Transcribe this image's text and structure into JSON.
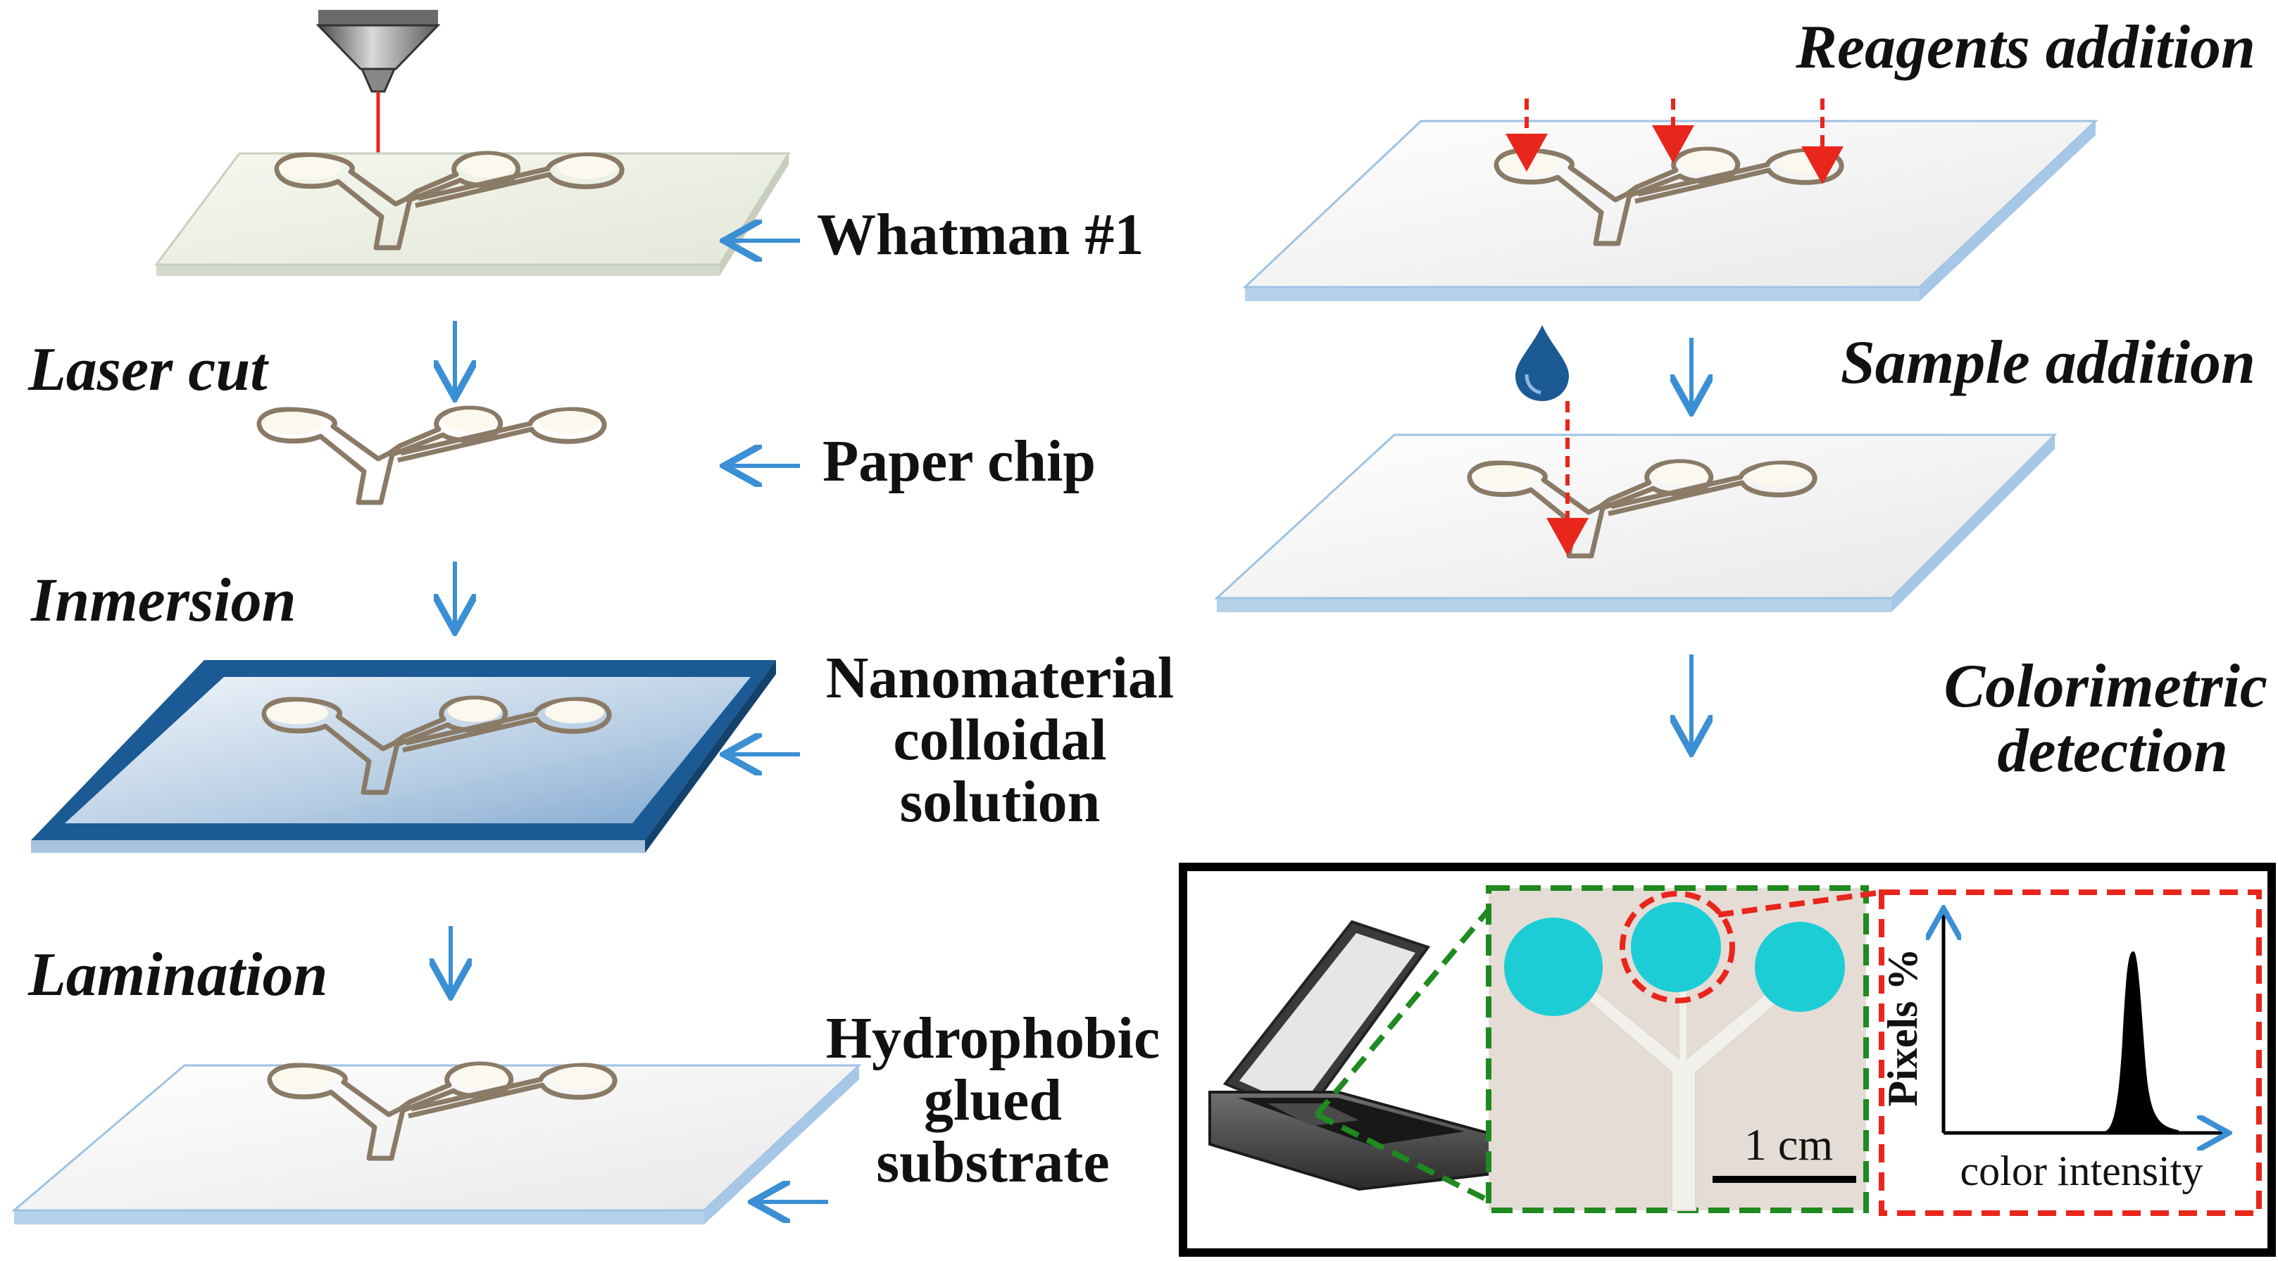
{
  "steps": {
    "laser_cut": "Laser cut",
    "inmersion": "Inmersion",
    "lamination": "Lamination",
    "reagents_addition": "Reagents addition",
    "sample_addition": "Sample addition",
    "colorimetric_detection": [
      "Colorimetric",
      "detection"
    ]
  },
  "materials": {
    "whatman": "Whatman #1",
    "paper_chip": "Paper chip",
    "nanomaterial": [
      "Nanomaterial",
      "colloidal",
      "solution"
    ],
    "substrate": [
      "Hydrophobic",
      "glued",
      "substrate"
    ]
  },
  "detection_panel": {
    "scale_label": "1 cm",
    "histogram_ylabel": "Pixels %",
    "histogram_xlabel": "color intensity"
  },
  "colors": {
    "arrow_blue": "#3b8fd4",
    "reagent_red": "#e8261c",
    "nanomaterial_frame": "#1b5a94",
    "channel_outline": "#8a7a66",
    "spot_cyan": "#1ccdd6",
    "green_dash": "#1f8a1f",
    "red_dash": "#e8261c"
  },
  "icons": [
    "laser-nozzle-icon",
    "water-drop-icon",
    "flatbed-scanner-icon"
  ]
}
